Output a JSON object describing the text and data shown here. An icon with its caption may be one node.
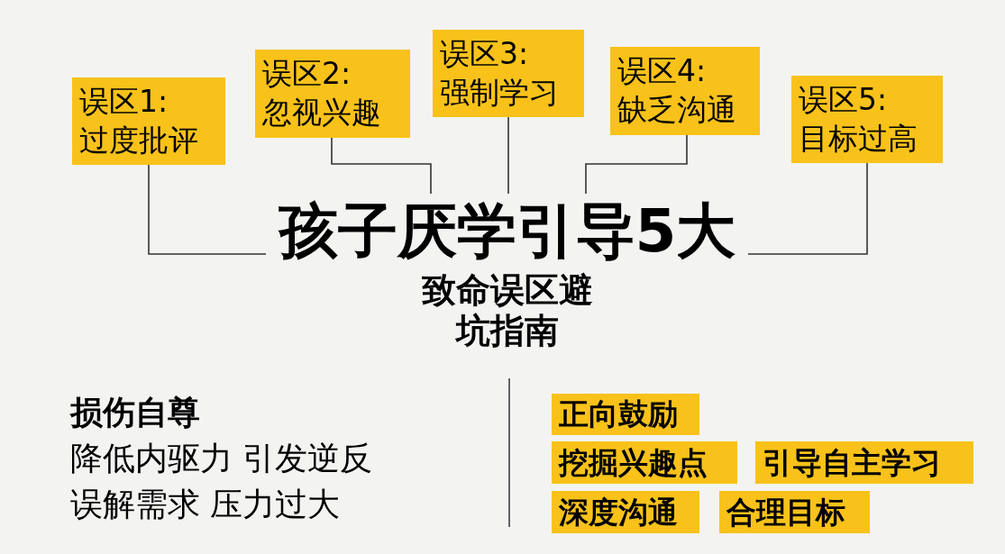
{
  "diagram": {
    "nodes": [
      {
        "text": [
          "误区1:",
          "过度批评"
        ]
      },
      {
        "text": [
          "误区2:",
          "忽视兴趣"
        ]
      },
      {
        "text": [
          "误区3:",
          "强制学习"
        ]
      },
      {
        "text": [
          "误区4:",
          "缺乏沟通"
        ]
      },
      {
        "text": [
          "误区5:",
          "目标过高"
        ]
      },
      {
        "text": [
          "孩子厌学引导5大",
          "致命误区避坑指南"
        ]
      },
      {
        "text": [
          "正向鼓励"
        ]
      },
      {
        "text": [
          "挖掘兴趣点"
        ]
      },
      {
        "text": [
          "引导自主学习"
        ]
      },
      {
        "text": [
          "深度沟通"
        ]
      },
      {
        "text": [
          "合理目标"
        ]
      }
    ],
    "edges": [
      {
        "from": 0,
        "to": 5,
        "arrow": "none"
      },
      {
        "from": 1,
        "to": 5,
        "arrow": "none"
      },
      {
        "from": 2,
        "to": 5,
        "arrow": "none"
      },
      {
        "from": 3,
        "to": 5,
        "arrow": "none"
      },
      {
        "from": 4,
        "to": 5,
        "arrow": "none"
      }
    ],
    "labels": [
      "损伤自尊",
      "降低内驱力 引发逆反",
      "误解需求 压力过大"
    ]
  }
}
